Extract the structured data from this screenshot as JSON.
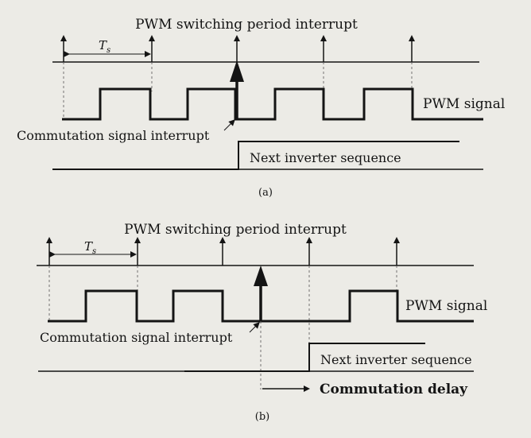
{
  "panel_a": {
    "title": "PWM switching period interrupt",
    "period_label": "T",
    "period_subscript": "s",
    "pwm_label": "PWM signal",
    "commutation_label": "Commutation signal interrupt",
    "sequence_label": "Next inverter sequence",
    "caption": "(a)"
  },
  "panel_b": {
    "title": "PWM switching period interrupt",
    "period_label": "T",
    "period_subscript": "s",
    "pwm_label": "PWM signal",
    "commutation_label": "Commutation signal interrupt",
    "sequence_label": "Next inverter sequence",
    "delay_label": "Commutation delay",
    "caption": "(b)"
  },
  "colors": {
    "ink": "#141414",
    "paper": "#ecebe6"
  }
}
